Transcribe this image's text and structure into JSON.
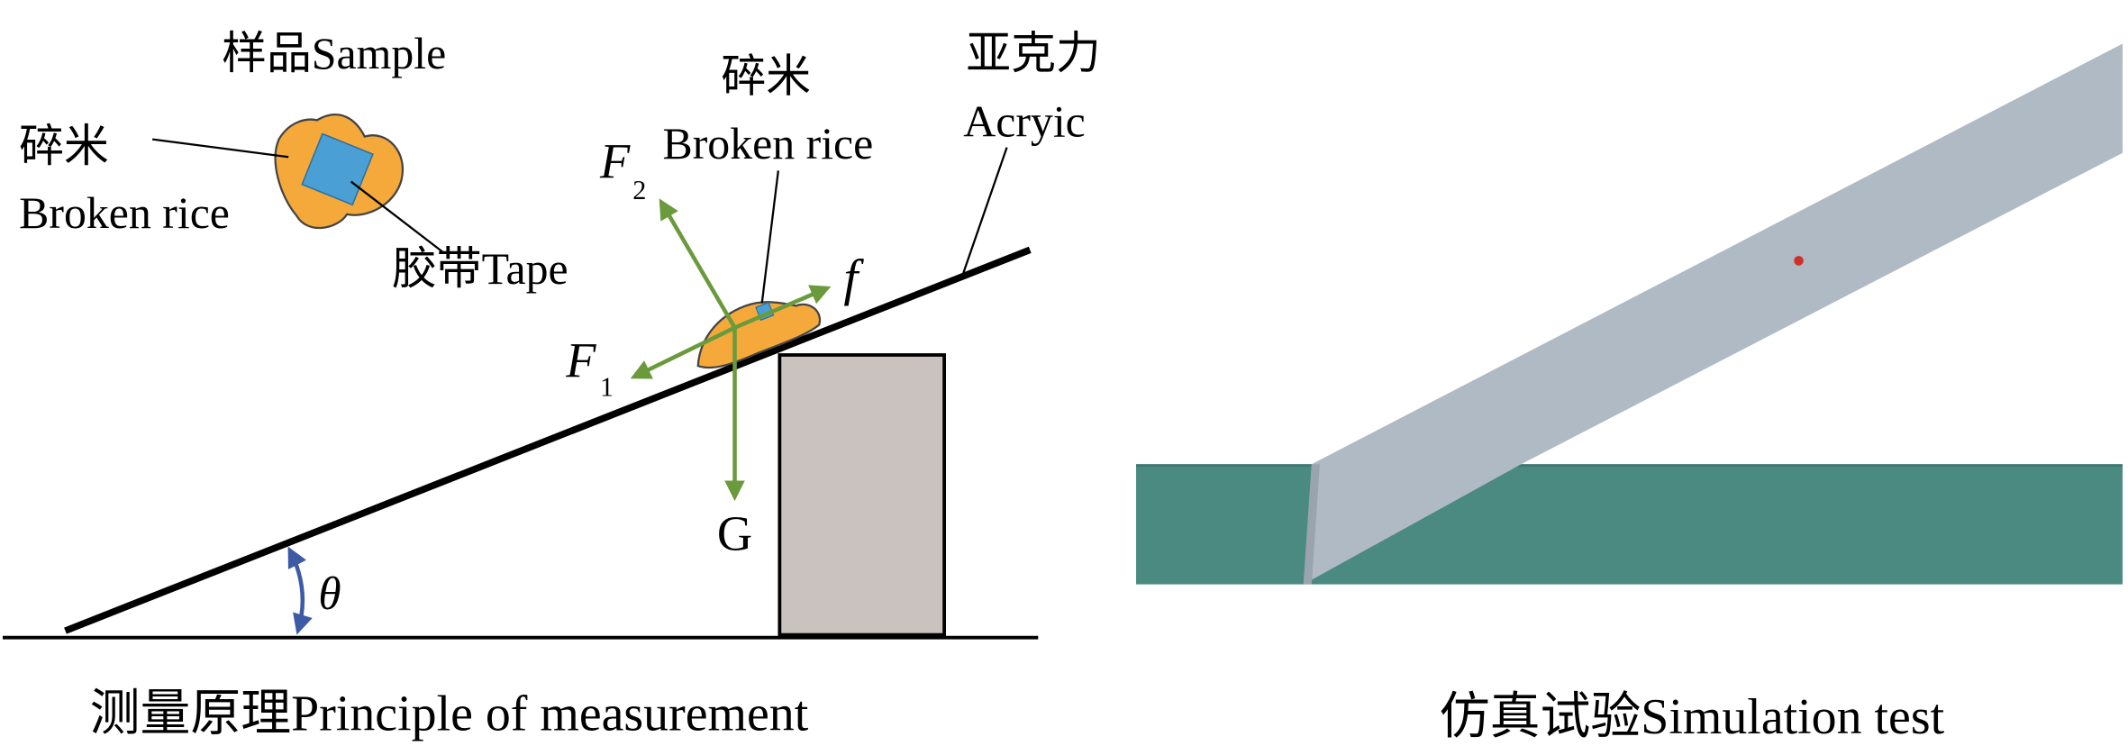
{
  "left_panel": {
    "sample_label": "样品Sample",
    "sample_rice_label_cn": "碎米",
    "sample_rice_label_en": "Broken rice",
    "tape_label": "胶带Tape",
    "incline_rice_label_cn": "碎米",
    "incline_rice_label_en": "Broken rice",
    "acrylic_label_cn": "亚克力",
    "acrylic_label_en": "Acryic",
    "force_f2": "F",
    "force_f2_sub": "2",
    "force_f1": "F",
    "force_f1_sub": "1",
    "force_f": "f",
    "force_g": "G",
    "angle_label": "θ",
    "caption": "测量原理Principle of measurement"
  },
  "right_panel": {
    "caption": "仿真试验Simulation test"
  },
  "colors": {
    "rice": "#f5a93a",
    "tape": "#4a9fd4",
    "force_arrow": "#6a9a3c",
    "angle_arrow": "#3d5aa6",
    "block": "#c9c2be",
    "sim_base": "#4a8a80",
    "sim_plate": "#b0bac4",
    "sim_particle": "#d0302a"
  }
}
